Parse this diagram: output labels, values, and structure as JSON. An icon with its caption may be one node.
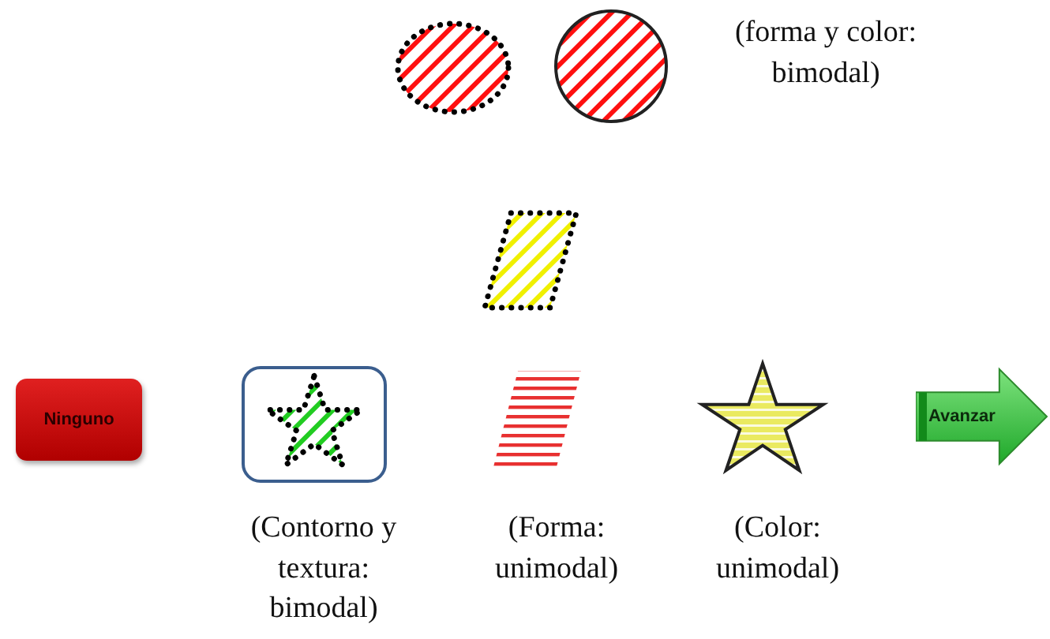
{
  "diagram": {
    "nodes": [
      {
        "text": [],
        "shape": "circle"
      },
      {
        "text": [],
        "shape": "circle",
        "beside": [
          "(forma y color: bimodal)"
        ]
      },
      {
        "text": [],
        "shape": "parallelogram"
      },
      {
        "text": [
          "Ninguno"
        ]
      },
      {
        "text": [],
        "shape": "star",
        "beside": [
          "(Contorno y textura: bimodal)"
        ]
      },
      {
        "text": [],
        "shape": "parallelogram",
        "beside": [
          "(Forma: unimodal)"
        ]
      },
      {
        "text": [],
        "shape": "star",
        "beside": [
          "(Color: unimodal)"
        ]
      },
      {
        "text": [
          "Avanzar"
        ]
      }
    ]
  }
}
